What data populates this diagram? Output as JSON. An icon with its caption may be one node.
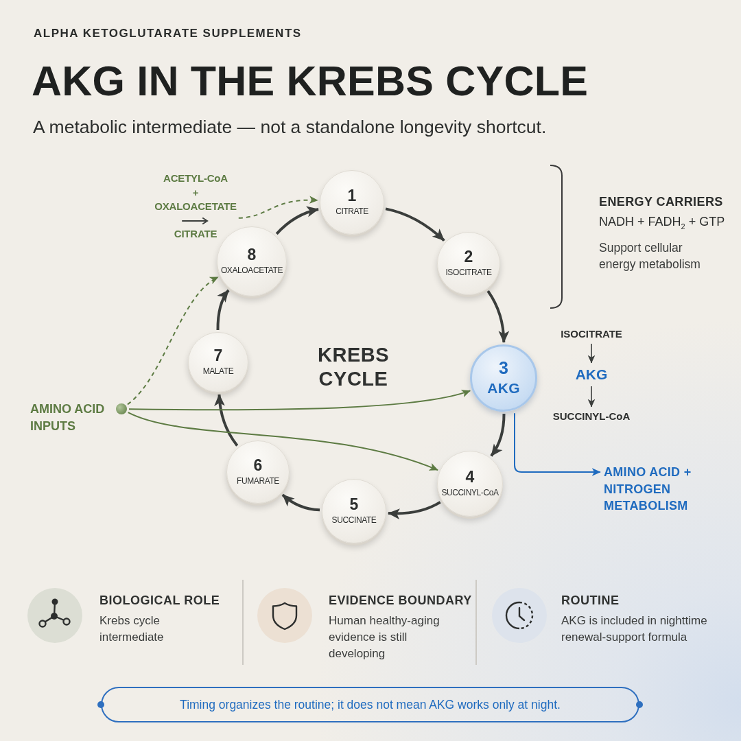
{
  "diagram": {
    "title": "AKG IN THE KREBS CYCLE",
    "nodes": [
      {
        "text": [
          "1",
          "CITRATE"
        ]
      },
      {
        "text": [
          "2",
          "ISOCITRATE"
        ]
      },
      {
        "text": [
          "3",
          "AKG"
        ]
      },
      {
        "text": [
          "4",
          "SUCCINYL-CoA"
        ]
      },
      {
        "text": [
          "5",
          "SUCCINATE"
        ]
      },
      {
        "text": [
          "6",
          "FUMARATE"
        ]
      },
      {
        "text": [
          "7",
          "MALATE"
        ]
      },
      {
        "text": [
          "8",
          "OXALOACETATE"
        ]
      },
      {
        "text": [],
        "shape": "circle",
        "beside": [
          "AMINO ACID INPUTS"
        ]
      },
      {
        "text": [
          "ACETYL-CoA",
          "+",
          "OXALOACETATE",
          "CITRATE"
        ]
      },
      {
        "text": [
          "ISOCITRATE"
        ]
      },
      {
        "text": [
          "AKG"
        ]
      },
      {
        "text": [
          "SUCCINYL-CoA"
        ]
      },
      {
        "text": [
          "AMINO ACID + NITROGEN METABOLISM"
        ]
      },
      {
        "text": [
          "Timing organizes the routine; it does not mean AKG works only at night."
        ]
      }
    ],
    "edges": [
      {
        "from": 0,
        "to": 1,
        "arrow": "to"
      },
      {
        "from": 1,
        "to": 2,
        "arrow": "to"
      },
      {
        "from": 2,
        "to": 3,
        "arrow": "to"
      },
      {
        "from": 3,
        "to": 4,
        "arrow": "to"
      },
      {
        "from": 4,
        "to": 5,
        "arrow": "to"
      },
      {
        "from": 5,
        "to": 6,
        "arrow": "to"
      },
      {
        "from": 6,
        "to": 7,
        "arrow": "to"
      },
      {
        "from": 7,
        "to": 0,
        "arrow": "to"
      },
      {
        "from": 9,
        "to": 0,
        "arrow": "to",
        "style": "dashed",
        "color": "#5d7b43"
      },
      {
        "from": 8,
        "to": 7,
        "arrow": "to",
        "style": "dashed",
        "color": "#5d7b43"
      },
      {
        "from": 8,
        "to": 2,
        "arrow": "to",
        "color": "#5d7b43"
      },
      {
        "from": 8,
        "to": 3,
        "arrow": "to",
        "color": "#5d7b43"
      },
      {
        "from": 10,
        "to": 11,
        "arrow": "to"
      },
      {
        "from": 11,
        "to": 12,
        "arrow": "to"
      },
      {
        "from": 2,
        "to": 13,
        "arrow": "to",
        "color": "#1f6bbf"
      }
    ],
    "labels": [
      "ALPHA KETOGLUTARATE SUPPLEMENTS",
      "A metabolic intermediate — not a standalone longevity shortcut.",
      "ENERGY CARRIERS",
      "NADH + FADH$_{2}$ + GTP",
      "Support cellular energy metabolism",
      "KREBS CYCLE",
      "BIOLOGICAL ROLE",
      "Krebs cycle intermediate",
      "EVIDENCE BOUNDARY",
      "Human healthy-aging evidence is still developing",
      "ROUTINE",
      "AKG is included in nighttime renewal-support formula"
    ]
  }
}
